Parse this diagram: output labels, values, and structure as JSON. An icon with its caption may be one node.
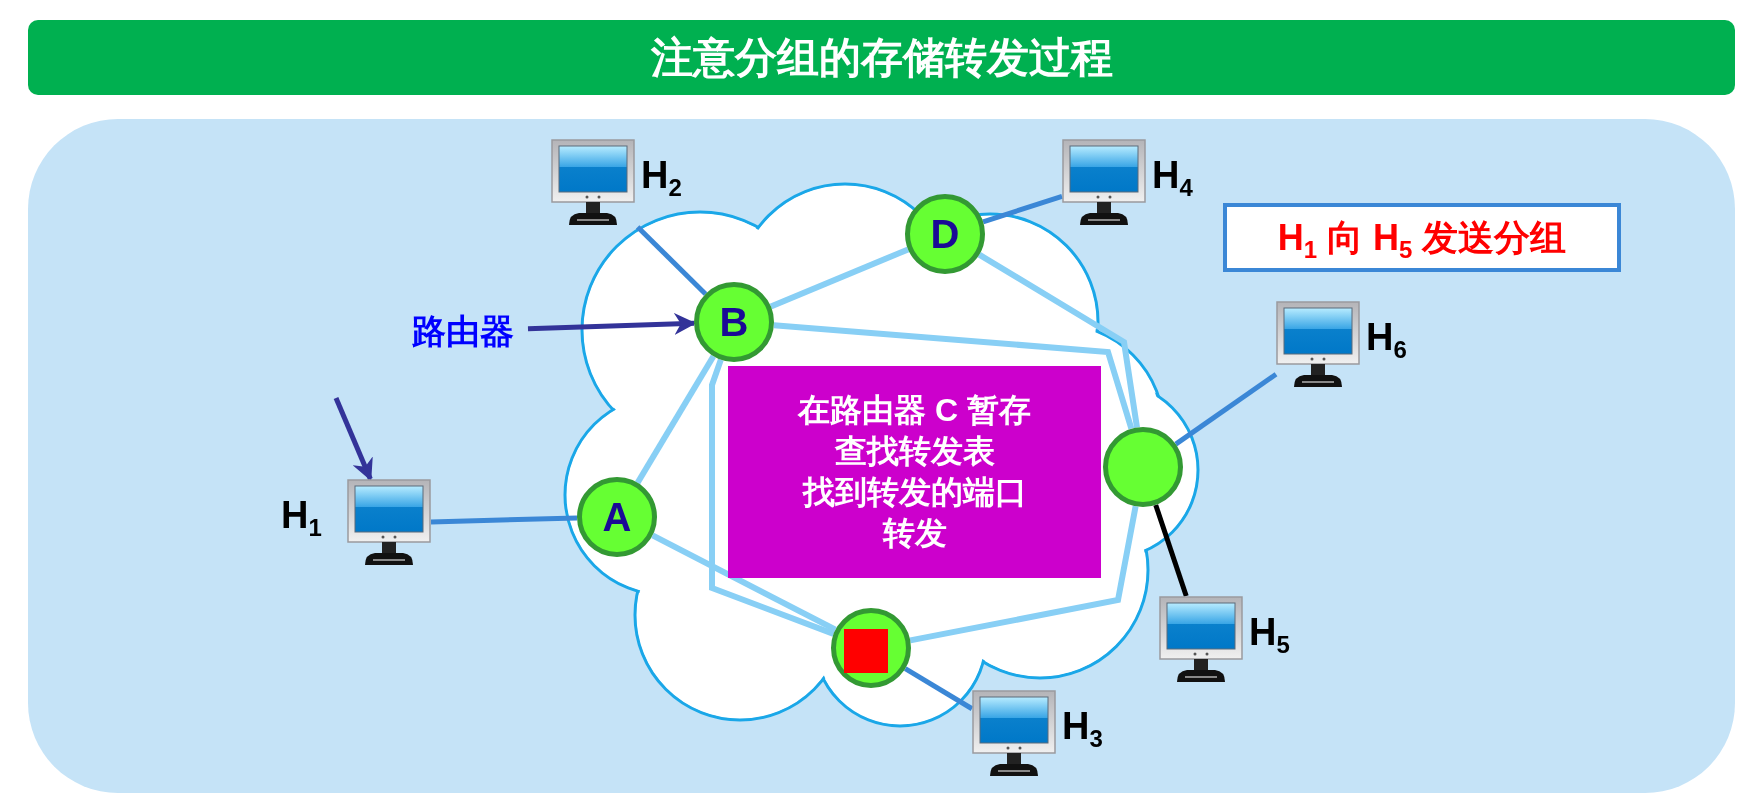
{
  "diagram": {
    "title": "注意分组的存储转发过程",
    "nodes": [
      {
        "text": [
          "H$_{2}$"
        ]
      },
      {
        "text": [
          "H$_{4}$"
        ]
      },
      {
        "text": [
          "D"
        ]
      },
      {
        "text": [
          "H$_{1}$ 向 H$_{5}$ 发送分组"
        ]
      },
      {
        "text": [
          "路由器"
        ]
      },
      {
        "text": [
          "B"
        ]
      },
      {
        "text": [
          "H$_{6}$"
        ]
      },
      {
        "text": [
          "在路由器 C 暂存",
          "查找转发表",
          "找到转发的端口",
          "转发"
        ]
      },
      {
        "text": [],
        "shape": "circle"
      },
      {
        "text": [
          "H$_{1}$"
        ]
      },
      {
        "text": [
          "A"
        ]
      },
      {
        "text": [
          "H$_{5}$"
        ]
      },
      {
        "text": [],
        "shape": "circle"
      },
      {
        "text": [
          "H$_{3}$"
        ]
      }
    ],
    "edges": [
      {
        "from": 9,
        "to": 10,
        "arrow": "none",
        "color": "#3b87d6"
      },
      {
        "from": 0,
        "to": 5,
        "arrow": "none",
        "color": "#3b87d6"
      },
      {
        "from": 1,
        "to": 2,
        "arrow": "none",
        "color": "#3b87d6"
      },
      {
        "from": 6,
        "to": 8,
        "arrow": "none",
        "color": "#3b87d6"
      },
      {
        "from": 11,
        "to": 8,
        "arrow": "none",
        "color": "#000000"
      },
      {
        "from": 13,
        "to": 12,
        "arrow": "none",
        "color": "#3b87d6"
      },
      {
        "from": 10,
        "to": 5,
        "arrow": "none"
      },
      {
        "from": 5,
        "to": 2,
        "arrow": "none"
      },
      {
        "from": 2,
        "to": 8,
        "arrow": "none"
      },
      {
        "from": 5,
        "to": 8,
        "arrow": "none"
      },
      {
        "from": 10,
        "to": 12,
        "arrow": "none"
      },
      {
        "from": 5,
        "to": 12,
        "arrow": "none"
      },
      {
        "from": 12,
        "to": 8,
        "arrow": "none"
      },
      {
        "from": 4,
        "to": 5,
        "arrow": "to",
        "color": "#333399"
      },
      {
        "from": null,
        "to": 9,
        "arrow": "to",
        "color": "#333399"
      }
    ]
  }
}
